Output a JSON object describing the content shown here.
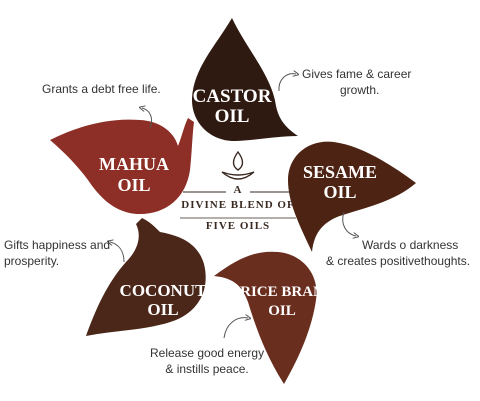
{
  "colors": {
    "castor": "#2f1a12",
    "sesame": "#4d2414",
    "rice_bran": "#6a2e1e",
    "coconut": "#4a2718",
    "mahua": "#8d2f26",
    "text": "#333333",
    "center": "#3a2a22"
  },
  "center": {
    "line1": "A",
    "line2": "DIVINE BLEND OF",
    "line3": "FIVE OILS",
    "icon": "diya-lamp-icon"
  },
  "oils": {
    "castor": {
      "name1": "CASTOR",
      "name2": "OIL",
      "benefit1": "Gives fame & career",
      "benefit2": "growth."
    },
    "sesame": {
      "name1": "SESAME",
      "name2": "OIL",
      "benefit1": "Wards o  darkness",
      "benefit2": "& creates positivethoughts."
    },
    "rice_bran": {
      "name1": "RICE BRAN",
      "name2": "OIL",
      "benefit1": "Release good energy",
      "benefit2": "& instills peace."
    },
    "coconut": {
      "name1": "COCONUT",
      "name2": "OIL",
      "benefit1": "Gifts happiness and",
      "benefit2": "prosperity."
    },
    "mahua": {
      "name1": "MAHUA",
      "name2": "OIL",
      "benefit1": "Grants a debt free life.",
      "benefit2": ""
    }
  }
}
